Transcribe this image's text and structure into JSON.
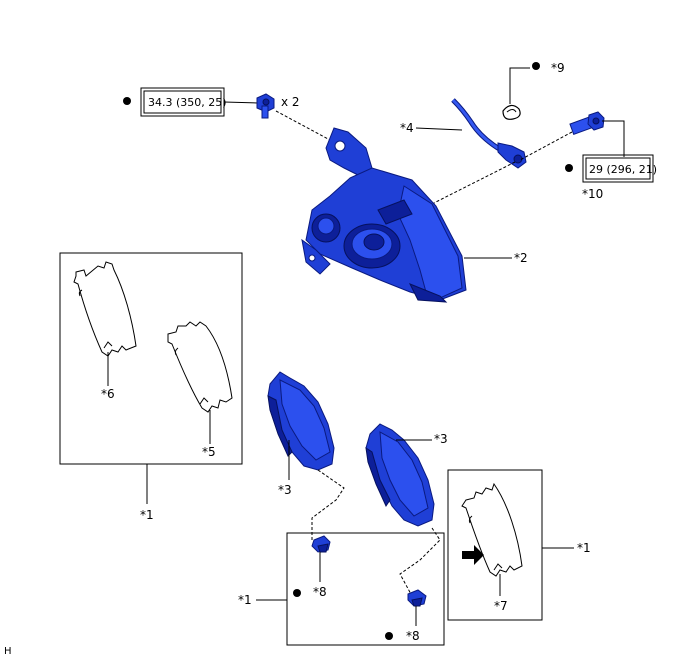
{
  "callouts": {
    "c1_left": "*1",
    "c1_bottom": "*1",
    "c1_right": "*1",
    "c2": "*2",
    "c3_left": "*3",
    "c3_right": "*3",
    "c4": "*4",
    "c5": "*5",
    "c6": "*6",
    "c7": "*7",
    "c8_a": "*8",
    "c8_b": "*8",
    "c9": "*9",
    "c10": "*10"
  },
  "torque": {
    "bolt_left": "34.3 (350, 25)",
    "bolt_right": "29 (296, 21)"
  },
  "quantity": "x 2",
  "corner_letter": "H",
  "colors": {
    "part_fill": "#1f3fd6",
    "part_edge": "#0a1a80"
  },
  "icons": [
    "bullet-icon",
    "arrow-icon"
  ]
}
